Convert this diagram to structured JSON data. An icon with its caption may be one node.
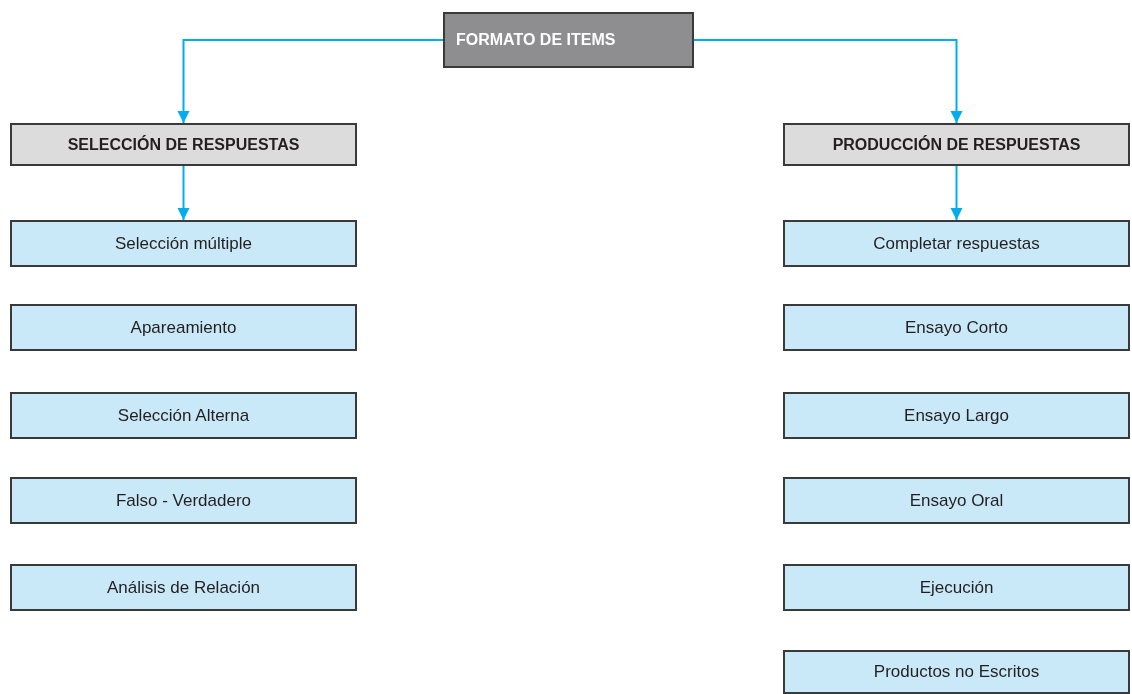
{
  "diagram": {
    "nodes": [
      {
        "text": [
          "FORMATO DE ITEMS"
        ]
      },
      {
        "text": [
          "SELECCIÓN DE RESPUESTAS"
        ]
      },
      {
        "text": [
          "PRODUCCIÓN DE RESPUESTAS"
        ]
      },
      {
        "text": [
          "Selección múltiple"
        ]
      },
      {
        "text": [
          "Apareamiento"
        ]
      },
      {
        "text": [
          "Selección Alterna"
        ]
      },
      {
        "text": [
          "Falso - Verdadero"
        ]
      },
      {
        "text": [
          "Análisis de Relación"
        ]
      },
      {
        "text": [
          "Completar respuestas"
        ]
      },
      {
        "text": [
          "Ensayo Corto"
        ]
      },
      {
        "text": [
          "Ensayo Largo"
        ]
      },
      {
        "text": [
          "Ensayo Oral"
        ]
      },
      {
        "text": [
          "Ejecución"
        ]
      },
      {
        "text": [
          "Productos no Escritos"
        ]
      }
    ],
    "edges": [
      {
        "from": 0,
        "to": 1,
        "arrow": "to"
      },
      {
        "from": 0,
        "to": 2,
        "arrow": "to"
      },
      {
        "from": 1,
        "to": 3,
        "arrow": "to"
      },
      {
        "from": 2,
        "to": 8,
        "arrow": "to"
      }
    ]
  }
}
